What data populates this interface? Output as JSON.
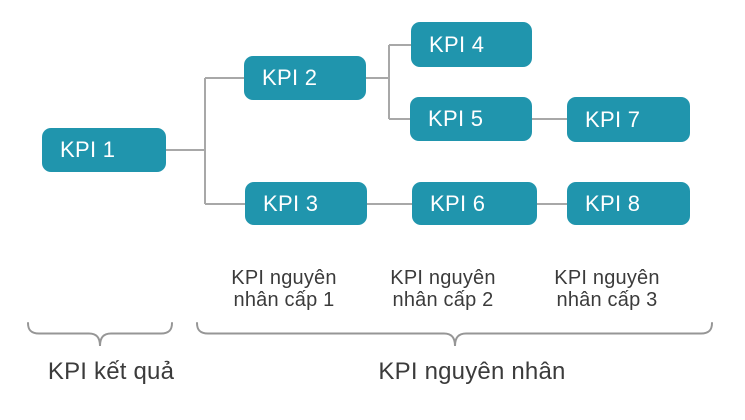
{
  "diagram": {
    "nodes": [
      {
        "id": "kpi-1",
        "label": "KPI 1"
      },
      {
        "id": "kpi-2",
        "label": "KPI 2"
      },
      {
        "id": "kpi-3",
        "label": "KPI 3"
      },
      {
        "id": "kpi-4",
        "label": "KPI 4"
      },
      {
        "id": "kpi-5",
        "label": "KPI 5"
      },
      {
        "id": "kpi-6",
        "label": "KPI 6"
      },
      {
        "id": "kpi-7",
        "label": "KPI 7"
      },
      {
        "id": "kpi-8",
        "label": "KPI 8"
      }
    ],
    "edges": [
      {
        "from": "KPI 1",
        "to": "KPI 2"
      },
      {
        "from": "KPI 1",
        "to": "KPI 3"
      },
      {
        "from": "KPI 2",
        "to": "KPI 4"
      },
      {
        "from": "KPI 2",
        "to": "KPI 5"
      },
      {
        "from": "KPI 5",
        "to": "KPI 7"
      },
      {
        "from": "KPI 3",
        "to": "KPI 6"
      },
      {
        "from": "KPI 6",
        "to": "KPI 8"
      }
    ],
    "column_labels": [
      {
        "line1": "KPI nguyên",
        "line2": "nhân cấp 1"
      },
      {
        "line1": "KPI nguyên",
        "line2": "nhân cấp 2"
      },
      {
        "line1": "KPI nguyên",
        "line2": "nhân cấp 3"
      }
    ],
    "group_labels": {
      "result": "KPI kết quả",
      "cause": "KPI nguyên nhân"
    }
  },
  "colors": {
    "node_fill": "#2095ad",
    "node_text": "#ffffff",
    "connector": "#a8a8a8",
    "brace": "#969696",
    "label_text": "#3b3b3b",
    "background": "#ffffff"
  }
}
